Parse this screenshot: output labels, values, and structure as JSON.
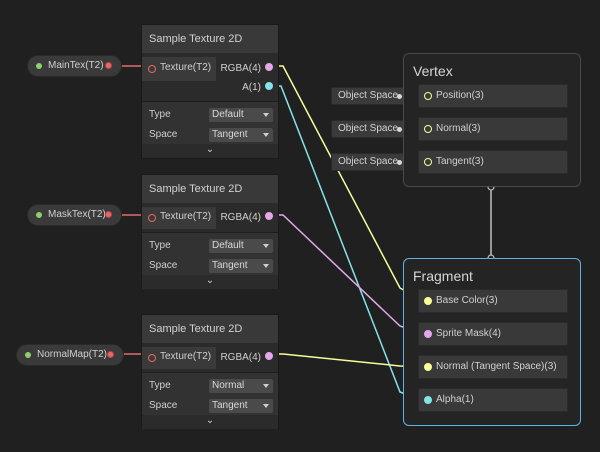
{
  "properties": [
    {
      "label": "MainTex(T2)"
    },
    {
      "label": "MaskTex(T2)"
    },
    {
      "label": "NormalMap(T2)"
    }
  ],
  "nodes": [
    {
      "title": "Sample Texture 2D",
      "input": "Texture(T2)",
      "out_rgba": "RGBA(4)",
      "out_a": "A(1)",
      "type_label": "Type",
      "type_value": "Default",
      "space_label": "Space",
      "space_value": "Tangent",
      "expand_glyph": "⌄"
    },
    {
      "title": "Sample Texture 2D",
      "input": "Texture(T2)",
      "out_rgba": "RGBA(4)",
      "type_label": "Type",
      "type_value": "Default",
      "space_label": "Space",
      "space_value": "Tangent",
      "expand_glyph": "⌄"
    },
    {
      "title": "Sample Texture 2D",
      "input": "Texture(T2)",
      "out_rgba": "RGBA(4)",
      "type_label": "Type",
      "type_value": "Normal",
      "space_label": "Space",
      "space_value": "Tangent",
      "expand_glyph": "⌄"
    }
  ],
  "vertex": {
    "title": "Vertex",
    "slots": [
      "Position(3)",
      "Normal(3)",
      "Tangent(3)"
    ],
    "space_inputs": [
      "Object Space",
      "Object Space",
      "Object Space"
    ]
  },
  "fragment": {
    "title": "Fragment",
    "slots": [
      "Base Color(3)",
      "Sprite Mask(4)",
      "Normal (Tangent Space)(3)",
      "Alpha(1)"
    ]
  },
  "colors": {
    "background": "#202020",
    "texture_port": "#e46a6a",
    "vector4_port": "#e3a8e8",
    "float_port": "#84e4e7",
    "vector3_port": "#f6ff9a",
    "fragment_border": "#5fb2e6"
  },
  "icons": {
    "property_dot": "green-dot-icon",
    "expand": "chevron-down-icon",
    "dropdown": "caret-down-icon"
  }
}
